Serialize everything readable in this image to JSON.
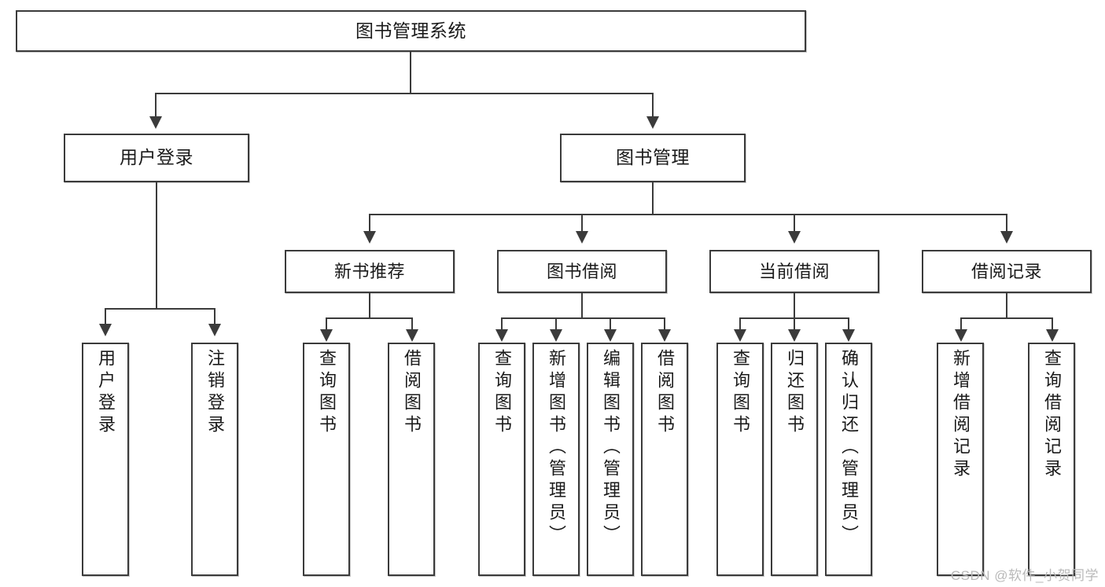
{
  "diagram": {
    "title": "图书管理系统",
    "type": "hierarchy-tree",
    "root": {
      "id": "root",
      "label": "图书管理系统"
    },
    "level2": [
      {
        "id": "user-login",
        "label": "用户登录"
      },
      {
        "id": "book-management",
        "label": "图书管理"
      }
    ],
    "level3": [
      {
        "id": "new-book-recommend",
        "label": "新书推荐",
        "parent": "book-management"
      },
      {
        "id": "book-borrow",
        "label": "图书借阅",
        "parent": "book-management"
      },
      {
        "id": "current-borrow",
        "label": "当前借阅",
        "parent": "book-management"
      },
      {
        "id": "borrow-record",
        "label": "借阅记录",
        "parent": "book-management"
      }
    ],
    "leaves": {
      "user-login": [
        {
          "id": "leaf-user-login",
          "label": "用户登录"
        },
        {
          "id": "leaf-logout-login",
          "label": "注销登录"
        }
      ],
      "new-book-recommend": [
        {
          "id": "leaf-query-book-1",
          "label": "查询图书"
        },
        {
          "id": "leaf-borrow-book-1",
          "label": "借阅图书"
        }
      ],
      "book-borrow": [
        {
          "id": "leaf-query-book-2",
          "label": "查询图书"
        },
        {
          "id": "leaf-add-book",
          "label": "新增图书（管理员）"
        },
        {
          "id": "leaf-edit-book",
          "label": "编辑图书（管理员）"
        },
        {
          "id": "leaf-borrow-book-2",
          "label": "借阅图书"
        }
      ],
      "current-borrow": [
        {
          "id": "leaf-query-book-3",
          "label": "查询图书"
        },
        {
          "id": "leaf-return-book",
          "label": "归还图书"
        },
        {
          "id": "leaf-confirm-return",
          "label": "确认归还（管理员）"
        }
      ],
      "borrow-record": [
        {
          "id": "leaf-add-record",
          "label": "新增借阅记录"
        },
        {
          "id": "leaf-query-record",
          "label": "查询借阅记录"
        }
      ]
    }
  },
  "watermark": {
    "text": "CSDN @软件_小贺同学"
  },
  "colors": {
    "stroke": "#3b3b3b",
    "fill": "#ffffff",
    "text": "#1a1a1a",
    "watermark": "#b9b9b9"
  }
}
